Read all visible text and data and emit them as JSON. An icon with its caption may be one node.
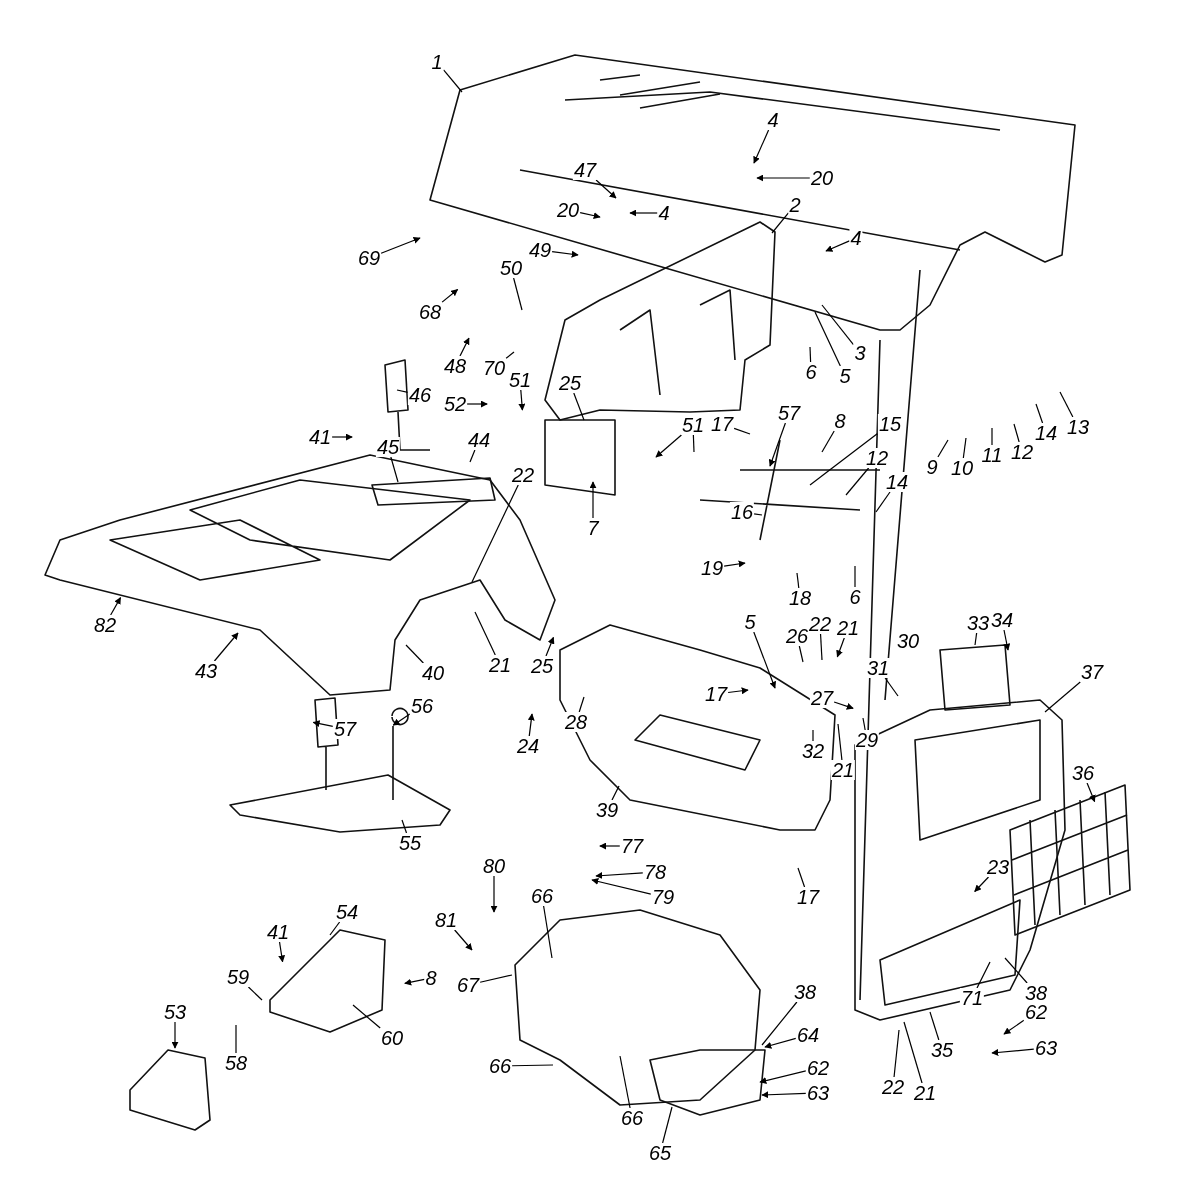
{
  "diagram": {
    "nodes": [
      {
        "text": [
          "1"
        ]
      },
      {
        "text": [
          "47"
        ]
      },
      {
        "text": [
          "4"
        ]
      },
      {
        "text": [
          "20"
        ]
      },
      {
        "text": [
          "20"
        ]
      },
      {
        "text": [
          "4"
        ]
      },
      {
        "text": [
          "2"
        ]
      },
      {
        "text": [
          "4"
        ]
      },
      {
        "text": [
          "69"
        ]
      },
      {
        "text": [
          "49"
        ]
      },
      {
        "text": [
          "68"
        ]
      },
      {
        "text": [
          "50"
        ]
      },
      {
        "text": [
          "3"
        ]
      },
      {
        "text": [
          "6"
        ]
      },
      {
        "text": [
          "5"
        ]
      },
      {
        "text": [
          "48"
        ]
      },
      {
        "text": [
          "70"
        ]
      },
      {
        "text": [
          "51"
        ]
      },
      {
        "text": [
          "52"
        ]
      },
      {
        "text": [
          "46"
        ]
      },
      {
        "text": [
          "25"
        ]
      },
      {
        "text": [
          "17"
        ]
      },
      {
        "text": [
          "57"
        ]
      },
      {
        "text": [
          "8"
        ]
      },
      {
        "text": [
          "15"
        ]
      },
      {
        "text": [
          "12"
        ]
      },
      {
        "text": [
          "14"
        ]
      },
      {
        "text": [
          "51"
        ]
      },
      {
        "text": [
          "9"
        ]
      },
      {
        "text": [
          "10"
        ]
      },
      {
        "text": [
          "11"
        ]
      },
      {
        "text": [
          "12"
        ]
      },
      {
        "text": [
          "14"
        ]
      },
      {
        "text": [
          "13"
        ]
      },
      {
        "text": [
          "41"
        ]
      },
      {
        "text": [
          "45"
        ]
      },
      {
        "text": [
          "44"
        ]
      },
      {
        "text": [
          "7"
        ]
      },
      {
        "text": [
          "16"
        ]
      },
      {
        "text": [
          "19"
        ]
      },
      {
        "text": [
          "18"
        ]
      },
      {
        "text": [
          "6"
        ]
      },
      {
        "text": [
          "22"
        ]
      },
      {
        "text": [
          "21"
        ]
      },
      {
        "text": [
          "82"
        ]
      },
      {
        "text": [
          "43"
        ]
      },
      {
        "text": [
          "40"
        ]
      },
      {
        "text": [
          "5"
        ]
      },
      {
        "text": [
          "26"
        ]
      },
      {
        "text": [
          "22"
        ]
      },
      {
        "text": [
          "21"
        ]
      },
      {
        "text": [
          "33"
        ]
      },
      {
        "text": [
          "34"
        ]
      },
      {
        "text": [
          "31"
        ]
      },
      {
        "text": [
          "27"
        ]
      },
      {
        "text": [
          "29"
        ]
      },
      {
        "text": [
          "37"
        ]
      },
      {
        "text": [
          "25"
        ]
      },
      {
        "text": [
          "17"
        ]
      },
      {
        "text": [
          "24"
        ]
      },
      {
        "text": [
          "28"
        ]
      },
      {
        "text": [
          "32"
        ]
      },
      {
        "text": [
          "21"
        ]
      },
      {
        "text": [
          "57"
        ]
      },
      {
        "text": [
          "56"
        ]
      },
      {
        "text": [
          "39"
        ]
      },
      {
        "text": [
          "55"
        ]
      },
      {
        "text": [
          "36"
        ]
      },
      {
        "text": [
          "17"
        ]
      },
      {
        "text": [
          "23"
        ]
      },
      {
        "text": [
          "77"
        ]
      },
      {
        "text": [
          "78"
        ]
      },
      {
        "text": [
          "79"
        ]
      },
      {
        "text": [
          "80"
        ]
      },
      {
        "text": [
          "66"
        ]
      },
      {
        "text": [
          "81"
        ]
      },
      {
        "text": [
          "54"
        ]
      },
      {
        "text": [
          "41"
        ]
      },
      {
        "text": [
          "8"
        ]
      },
      {
        "text": [
          "59"
        ]
      },
      {
        "text": [
          "60"
        ]
      },
      {
        "text": [
          "67"
        ]
      },
      {
        "text": [
          "53"
        ]
      },
      {
        "text": [
          "58"
        ]
      },
      {
        "text": [
          "66"
        ]
      },
      {
        "text": [
          "38"
        ]
      },
      {
        "text": [
          "64"
        ]
      },
      {
        "text": [
          "62"
        ]
      },
      {
        "text": [
          "63"
        ]
      },
      {
        "text": [
          "66"
        ]
      },
      {
        "text": [
          "65"
        ]
      },
      {
        "text": [
          "71"
        ]
      },
      {
        "text": [
          "38"
        ]
      },
      {
        "text": [
          "62"
        ]
      },
      {
        "text": [
          "63"
        ]
      },
      {
        "text": [
          "35"
        ]
      },
      {
        "text": [
          "22"
        ]
      },
      {
        "text": [
          "21"
        ]
      },
      {
        "text": [
          "30"
        ]
      }
    ],
    "edges": [
      {
        "from": 0,
        "to": null,
        "arrow": "none"
      },
      {
        "from": 1,
        "to": null,
        "arrow": "to"
      },
      {
        "from": 2,
        "to": null,
        "arrow": "to"
      },
      {
        "from": 3,
        "to": null,
        "arrow": "to"
      },
      {
        "from": 4,
        "to": null,
        "arrow": "to"
      },
      {
        "from": 5,
        "to": null,
        "arrow": "to"
      },
      {
        "from": 6,
        "to": null,
        "arrow": "none"
      },
      {
        "from": 7,
        "to": null,
        "arrow": "to"
      },
      {
        "from": 8,
        "to": null,
        "arrow": "to"
      },
      {
        "from": 9,
        "to": null,
        "arrow": "to"
      },
      {
        "from": 10,
        "to": null,
        "arrow": "to"
      },
      {
        "from": 11,
        "to": null,
        "arrow": "none"
      },
      {
        "from": 12,
        "to": null,
        "arrow": "none"
      },
      {
        "from": 13,
        "to": null,
        "arrow": "none"
      },
      {
        "from": 14,
        "to": null,
        "arrow": "none"
      },
      {
        "from": 15,
        "to": null,
        "arrow": "to"
      },
      {
        "from": 16,
        "to": null,
        "arrow": "none"
      },
      {
        "from": 17,
        "to": null,
        "arrow": "to"
      },
      {
        "from": 18,
        "to": null,
        "arrow": "to"
      },
      {
        "from": 19,
        "to": null,
        "arrow": "none"
      },
      {
        "from": 20,
        "to": null,
        "arrow": "none"
      },
      {
        "from": 21,
        "to": null,
        "arrow": "none"
      },
      {
        "from": 22,
        "to": null,
        "arrow": "to"
      },
      {
        "from": 23,
        "to": null,
        "arrow": "none"
      },
      {
        "from": 24,
        "to": null,
        "arrow": "none"
      },
      {
        "from": 25,
        "to": null,
        "arrow": "none"
      },
      {
        "from": 26,
        "to": null,
        "arrow": "none"
      },
      {
        "from": 27,
        "to": null,
        "arrow": "to"
      },
      {
        "from": 27,
        "to": null,
        "arrow": "none"
      },
      {
        "from": 28,
        "to": null,
        "arrow": "none"
      },
      {
        "from": 29,
        "to": null,
        "arrow": "none"
      },
      {
        "from": 30,
        "to": null,
        "arrow": "none"
      },
      {
        "from": 31,
        "to": null,
        "arrow": "none"
      },
      {
        "from": 32,
        "to": null,
        "arrow": "none"
      },
      {
        "from": 33,
        "to": null,
        "arrow": "none"
      },
      {
        "from": 34,
        "to": null,
        "arrow": "to"
      },
      {
        "from": 35,
        "to": null,
        "arrow": "none"
      },
      {
        "from": 36,
        "to": null,
        "arrow": "none"
      },
      {
        "from": 37,
        "to": null,
        "arrow": "to"
      },
      {
        "from": 38,
        "to": null,
        "arrow": "none"
      },
      {
        "from": 39,
        "to": null,
        "arrow": "to"
      },
      {
        "from": 40,
        "to": null,
        "arrow": "none"
      },
      {
        "from": 41,
        "to": null,
        "arrow": "none"
      },
      {
        "from": 42,
        "to": null,
        "arrow": "none"
      },
      {
        "from": 43,
        "to": null,
        "arrow": "none"
      },
      {
        "from": 44,
        "to": null,
        "arrow": "to"
      },
      {
        "from": 45,
        "to": null,
        "arrow": "to"
      },
      {
        "from": 46,
        "to": null,
        "arrow": "none"
      },
      {
        "from": 47,
        "to": null,
        "arrow": "to"
      },
      {
        "from": 48,
        "to": null,
        "arrow": "none"
      },
      {
        "from": 49,
        "to": null,
        "arrow": "none"
      },
      {
        "from": 50,
        "to": null,
        "arrow": "to"
      },
      {
        "from": 51,
        "to": null,
        "arrow": "none"
      },
      {
        "from": 52,
        "to": null,
        "arrow": "to"
      },
      {
        "from": 53,
        "to": null,
        "arrow": "none"
      },
      {
        "from": 54,
        "to": null,
        "arrow": "to"
      },
      {
        "from": 55,
        "to": null,
        "arrow": "none"
      },
      {
        "from": 56,
        "to": null,
        "arrow": "none"
      },
      {
        "from": 57,
        "to": null,
        "arrow": "to"
      },
      {
        "from": 58,
        "to": null,
        "arrow": "to"
      },
      {
        "from": 59,
        "to": null,
        "arrow": "to"
      },
      {
        "from": 60,
        "to": null,
        "arrow": "none"
      },
      {
        "from": 61,
        "to": null,
        "arrow": "none"
      },
      {
        "from": 62,
        "to": null,
        "arrow": "none"
      },
      {
        "from": 63,
        "to": null,
        "arrow": "to"
      },
      {
        "from": 64,
        "to": null,
        "arrow": "to"
      },
      {
        "from": 65,
        "to": null,
        "arrow": "none"
      },
      {
        "from": 66,
        "to": null,
        "arrow": "none"
      },
      {
        "from": 67,
        "to": null,
        "arrow": "to"
      },
      {
        "from": 68,
        "to": null,
        "arrow": "none"
      },
      {
        "from": 69,
        "to": null,
        "arrow": "to"
      },
      {
        "from": 70,
        "to": null,
        "arrow": "to"
      },
      {
        "from": 71,
        "to": null,
        "arrow": "to"
      },
      {
        "from": 72,
        "to": null,
        "arrow": "to"
      },
      {
        "from": 73,
        "to": null,
        "arrow": "to"
      },
      {
        "from": 74,
        "to": null,
        "arrow": "none"
      },
      {
        "from": 75,
        "to": null,
        "arrow": "to"
      },
      {
        "from": 76,
        "to": null,
        "arrow": "none"
      },
      {
        "from": 77,
        "to": null,
        "arrow": "to"
      },
      {
        "from": 78,
        "to": null,
        "arrow": "to"
      },
      {
        "from": 79,
        "to": null,
        "arrow": "none"
      },
      {
        "from": 80,
        "to": null,
        "arrow": "none"
      },
      {
        "from": 81,
        "to": null,
        "arrow": "none"
      },
      {
        "from": 82,
        "to": null,
        "arrow": "to"
      },
      {
        "from": 83,
        "to": null,
        "arrow": "none"
      },
      {
        "from": 84,
        "to": null,
        "arrow": "none"
      },
      {
        "from": 85,
        "to": null,
        "arrow": "none"
      },
      {
        "from": 86,
        "to": null,
        "arrow": "to"
      },
      {
        "from": 87,
        "to": null,
        "arrow": "to"
      },
      {
        "from": 88,
        "to": null,
        "arrow": "to"
      },
      {
        "from": 89,
        "to": null,
        "arrow": "none"
      },
      {
        "from": 90,
        "to": null,
        "arrow": "none"
      },
      {
        "from": 91,
        "to": null,
        "arrow": "none"
      },
      {
        "from": 92,
        "to": null,
        "arrow": "none"
      },
      {
        "from": 93,
        "to": null,
        "arrow": "to"
      },
      {
        "from": 94,
        "to": null,
        "arrow": "to"
      },
      {
        "from": 95,
        "to": null,
        "arrow": "none"
      },
      {
        "from": 96,
        "to": null,
        "arrow": "none"
      },
      {
        "from": 97,
        "to": null,
        "arrow": "none"
      }
    ]
  }
}
